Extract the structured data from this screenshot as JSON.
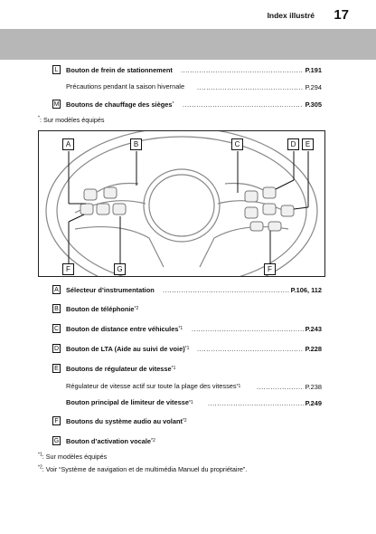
{
  "header": {
    "section_title": "Index illustré",
    "page_number": "17"
  },
  "top_items": [
    {
      "letter": "L",
      "label": "Bouton de frein de stationnement",
      "page": "P.191"
    },
    {
      "sub_label": "Précautions pendant la saison hivernale",
      "page": "P.294"
    },
    {
      "letter": "M",
      "label": "Boutons de chauffage des sièges",
      "sup": "*",
      "page": "P.305"
    }
  ],
  "top_note": {
    "mark": "*",
    "text": ": Sur modèles équipés"
  },
  "figure": {
    "callouts_top": [
      "A",
      "B",
      "C",
      "D",
      "E"
    ],
    "callouts_bottom": [
      "F",
      "G",
      "F"
    ]
  },
  "items": [
    {
      "letter": "A",
      "label": "Sélecteur d’instrumentation",
      "page": "P.106, 112"
    },
    {
      "letter": "B",
      "label": "Bouton de téléphonie",
      "sup": "*2"
    },
    {
      "letter": "C",
      "label": "Bouton de distance entre véhicules",
      "sup": "*1",
      "page": "P.243"
    },
    {
      "letter": "D",
      "label": "Bouton de LTA (Aide au suivi de voie)",
      "sup": "*1",
      "page": "P.228"
    },
    {
      "letter": "E",
      "label": "Boutons de régulateur de vitesse",
      "sup": "*1"
    },
    {
      "sub_label": "Régulateur de vitesse actif sur toute la plage des vitesses",
      "sup": "*1",
      "page": "P.238"
    },
    {
      "sub_label_bold": "Bouton principal de limiteur de vitesse",
      "sup": "*1",
      "page": "P.249"
    },
    {
      "letter": "F",
      "label": "Boutons du système audio au volant",
      "sup": "*2"
    },
    {
      "letter": "G",
      "label": "Bouton d’activation vocale",
      "sup": "*2"
    }
  ],
  "footnotes": [
    {
      "mark": "*1",
      "text": ": Sur modèles équipés"
    },
    {
      "mark": "*2",
      "text": ": Voir “Système de navigation et de multimédia Manuel du propriétaire”."
    }
  ]
}
